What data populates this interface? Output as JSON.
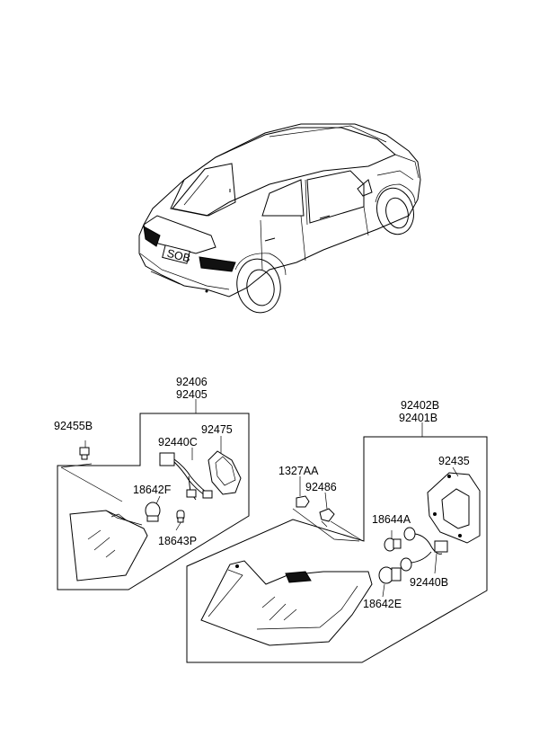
{
  "parts": {
    "left_assembly_a": "92406",
    "left_assembly_b": "92405",
    "right_assembly_a": "92402B",
    "right_assembly_b": "92401B",
    "left_screw": "92455B",
    "left_socket_wiring": "92440C",
    "left_packing": "92475",
    "left_bulb_large": "18642F",
    "left_bulb_small": "18643P",
    "right_nut": "1327AA",
    "right_grommet": "92486",
    "right_packing": "92435",
    "right_bulb_small": "18644A",
    "right_socket_wiring": "92440B",
    "right_bulb_large": "18642E"
  },
  "car": {
    "plate_text": "SOB"
  }
}
